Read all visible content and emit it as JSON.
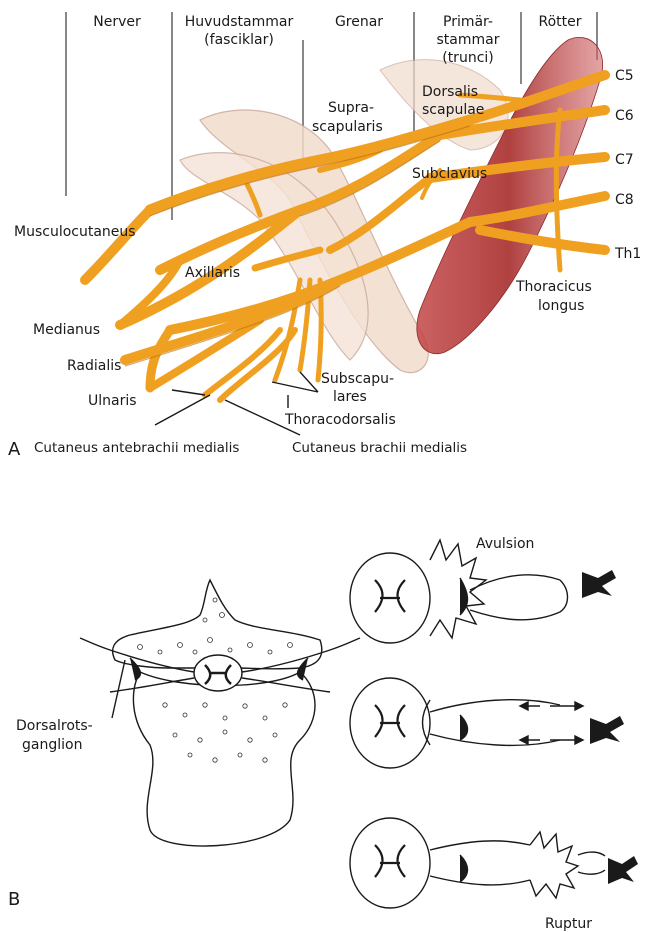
{
  "panel_a": {
    "letter": "A",
    "column_headers": {
      "nerver": "Nerver",
      "huvudstammar_1": "Huvudstammar",
      "huvudstammar_2": "(fasciklar)",
      "grenar": "Grenar",
      "primar_1": "Primär-",
      "primar_2": "stammar",
      "primar_3": "(trunci)",
      "rotter": "Rötter"
    },
    "roots": {
      "c5": "C5",
      "c6": "C6",
      "c7": "C7",
      "c8": "C8",
      "th1": "Th1"
    },
    "nerves": {
      "dorsalis_1": "Dorsalis",
      "dorsalis_2": "scapulae",
      "supra_1": "Supra-",
      "supra_2": "scapularis",
      "subclavius": "Subclavius",
      "thoracicus_1": "Thoracicus",
      "thoracicus_2": "longus",
      "musculocutaneus": "Musculocutaneus",
      "axillaris": "Axillaris",
      "medianus": "Medianus",
      "radialis": "Radialis",
      "ulnaris": "Ulnaris",
      "subscap_1": "Subscapu-",
      "subscap_2": "lares",
      "thoracodorsalis": "Thoracodorsalis",
      "cut_antebrachii": "Cutaneus antebrachii medialis",
      "cut_brachii": "Cutaneus brachii medialis"
    },
    "colors": {
      "nerve": "#f0a020",
      "nerve_dark": "#b86a10",
      "artery": "#b83a3a",
      "bone": "#f0d8c8"
    }
  },
  "panel_b": {
    "letter": "B",
    "ganglion_1": "Dorsalrots-",
    "ganglion_2": "ganglion",
    "avulsion": "Avulsion",
    "ruptur": "Ruptur"
  }
}
